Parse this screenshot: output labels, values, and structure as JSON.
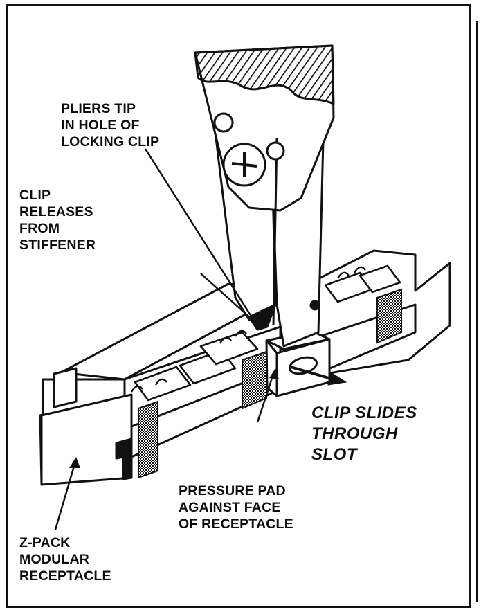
{
  "labels": {
    "pliers_tip": [
      "PLIERS TIP",
      "IN HOLE OF",
      "LOCKING CLIP"
    ],
    "clip_releases": [
      "CLIP",
      "RELEASES",
      "FROM",
      "STIFFENER"
    ],
    "clip_slides": [
      "CLIP SLIDES",
      "THROUGH",
      "SLOT"
    ],
    "pressure_pad": [
      "PRESSURE PAD",
      "AGAINST FACE",
      "OF RECEPTACLE"
    ],
    "z_pack": [
      "Z-PACK",
      "MODULAR",
      "RECEPTACLE"
    ]
  },
  "colors": {
    "ink": "#111111",
    "paper": "#ffffff"
  }
}
